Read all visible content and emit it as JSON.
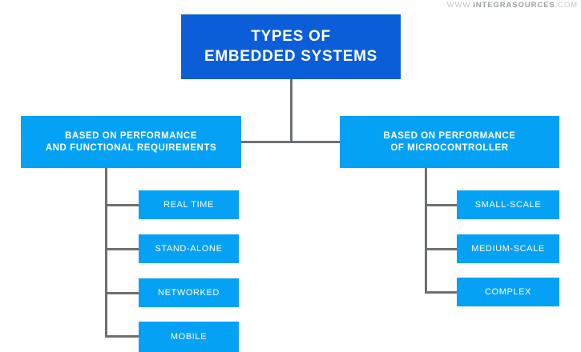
{
  "watermark": {
    "prefix": "WWW.",
    "brand": "INTEGRASOURCES",
    "suffix": ".COM"
  },
  "colors": {
    "root_blue": "#0B5ED7",
    "node_blue": "#05A1F5",
    "connector_gray": "#6D7175",
    "background": "#FFFFFF",
    "text_white": "#FFFFFF",
    "watermark_light": "#C3C7CB",
    "watermark_strong": "#9AA0A6"
  },
  "diagram": {
    "type": "tree",
    "root": {
      "label": "TYPES OF\nEMBEDDED SYSTEMS"
    },
    "branches": [
      {
        "label": "BASED ON PERFORMANCE\nAND FUNCTIONAL REQUIREMENTS",
        "children": [
          {
            "label": "REAL TIME"
          },
          {
            "label": "STAND-ALONE"
          },
          {
            "label": "NETWORKED"
          },
          {
            "label": "MOBILE"
          }
        ]
      },
      {
        "label": "BASED ON PERFORMANCE\nOF MICROCONTROLLER",
        "children": [
          {
            "label": "SMALL-SCALE"
          },
          {
            "label": "MEDIUM-SCALE"
          },
          {
            "label": "COMPLEX"
          }
        ]
      }
    ]
  }
}
